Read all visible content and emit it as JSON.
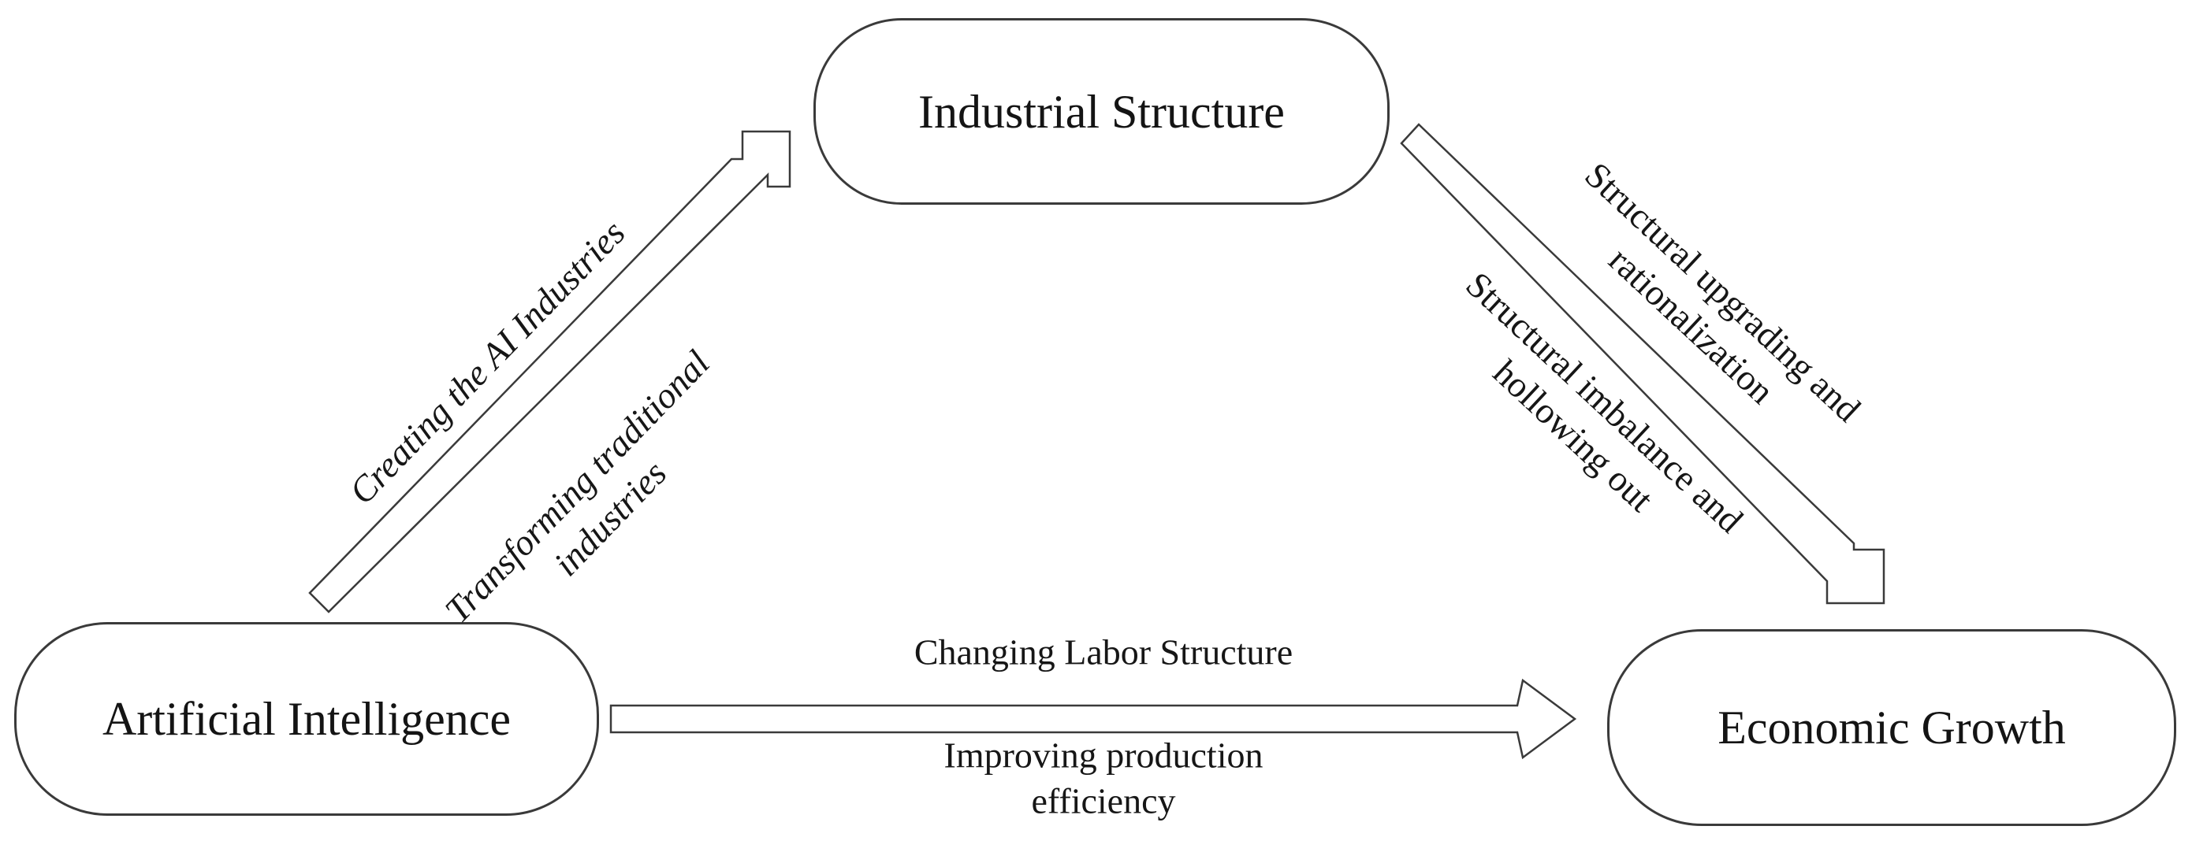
{
  "figure": {
    "description": "Mechanism diagram linking artificial intelligence, industrial structure and economic growth"
  },
  "colors": {
    "background": "#ffffff",
    "stroke": "#3a3a3a",
    "text": "#161616"
  },
  "nodes": {
    "industrial_structure": {
      "label": "Industrial Structure"
    },
    "artificial_intelligence": {
      "label": "Artificial Intelligence"
    },
    "economic_growth": {
      "label": "Economic Growth"
    }
  },
  "edges": {
    "ai_to_industrial": {
      "label_above": "Creating the AI Industries",
      "label_below": "Transforming traditional\nindustries"
    },
    "industrial_to_economic": {
      "label_above": "Structural upgrading and\nrationalization",
      "label_below": "Structural imbalance and\nhollowing out"
    },
    "ai_to_economic": {
      "label_above": "Changing Labor Structure",
      "label_below": "Improving production\nefficiency"
    }
  }
}
